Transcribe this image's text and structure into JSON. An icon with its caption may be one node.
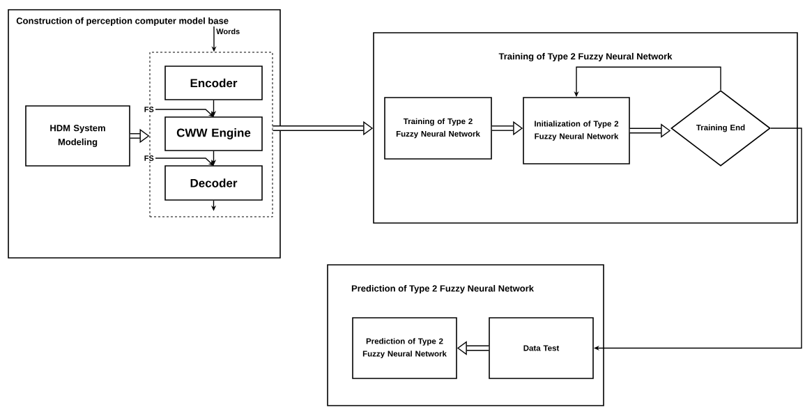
{
  "diagram": {
    "nodes": [
      {
        "text": [
          "Construction of perception computer model base"
        ]
      },
      {
        "text": [
          "HDM System Modeling"
        ],
        "in": 0
      },
      {
        "text": [],
        "shape": "box",
        "in": 0
      },
      {
        "text": [
          "Encoder"
        ],
        "in": 2
      },
      {
        "text": [
          "CWW Engine"
        ],
        "in": 2
      },
      {
        "text": [
          "Decoder"
        ],
        "in": 2
      },
      {
        "text": [
          "Training of Type 2 Fuzzy Neural Network"
        ]
      },
      {
        "text": [
          "Training of Type 2 Fuzzy Neural Network"
        ],
        "in": 6
      },
      {
        "text": [
          "Initialization of Type 2 Fuzzy Neural Network"
        ],
        "in": 6
      },
      {
        "text": [
          "Training End"
        ],
        "in": 6
      },
      {
        "text": [
          "Prediction of Type 2 Fuzzy Neural Network"
        ]
      },
      {
        "text": [
          "Prediction of Type 2 Fuzzy Neural Network"
        ],
        "in": 10
      },
      {
        "text": [
          "Data Test"
        ],
        "in": 10
      }
    ],
    "edges": [
      {
        "from": null,
        "to": 2,
        "arrow": "to",
        "label": "Words"
      },
      {
        "from": null,
        "to": 4,
        "arrow": "to",
        "label": "FS"
      },
      {
        "from": null,
        "to": 5,
        "arrow": "to",
        "label": "FS"
      },
      {
        "from": 3,
        "to": 4,
        "arrow": "to"
      },
      {
        "from": 4,
        "to": 5,
        "arrow": "to"
      },
      {
        "from": 5,
        "to": null,
        "arrow": "to"
      },
      {
        "from": 1,
        "to": 2,
        "arrow": "to",
        "style": "thick"
      },
      {
        "from": 2,
        "to": 6,
        "arrow": "to",
        "style": "thick"
      },
      {
        "from": 7,
        "to": 8,
        "arrow": "to",
        "style": "thick"
      },
      {
        "from": 8,
        "to": 9,
        "arrow": "to",
        "style": "thick"
      },
      {
        "from": 9,
        "to": 8,
        "arrow": "to"
      },
      {
        "from": 9,
        "to": 12,
        "arrow": "to"
      },
      {
        "from": 12,
        "to": 11,
        "arrow": "to",
        "style": "thick"
      }
    ]
  }
}
